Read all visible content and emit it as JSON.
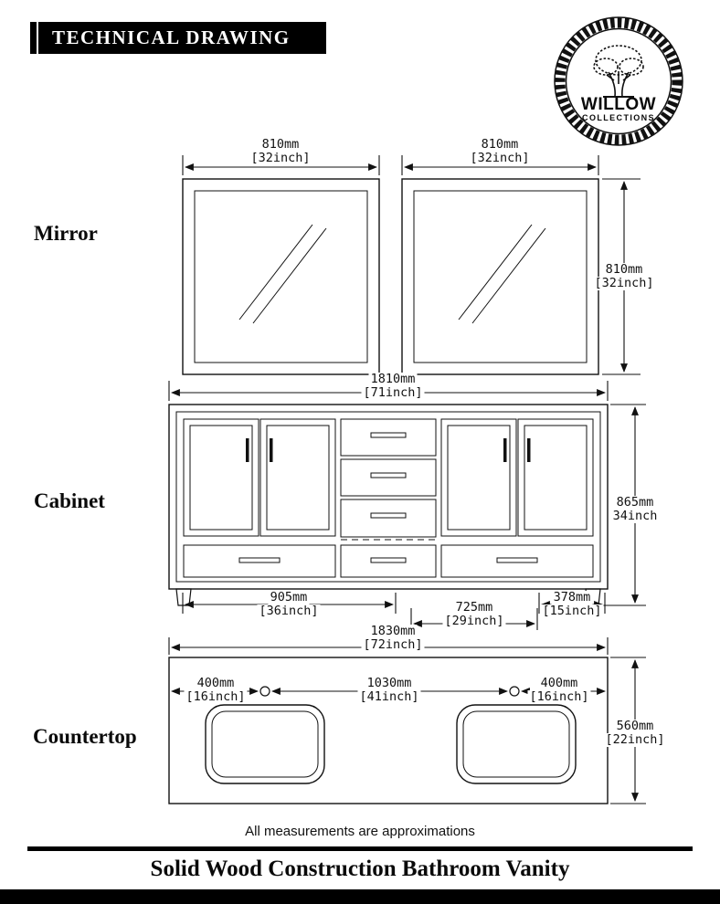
{
  "header": {
    "title": "TECHNICAL DRAWING"
  },
  "logo": {
    "name": "WILLOW",
    "subtitle": "COLLECTIONS"
  },
  "sections": {
    "mirror": {
      "label": "Mirror"
    },
    "cabinet": {
      "label": "Cabinet"
    },
    "countertop": {
      "label": "Countertop"
    }
  },
  "dimensions": {
    "mirror_left_width": {
      "mm": "810mm",
      "inch": "[32inch]"
    },
    "mirror_right_width": {
      "mm": "810mm",
      "inch": "[32inch]"
    },
    "mirror_height": {
      "mm": "810mm",
      "inch": "[32inch]"
    },
    "cabinet_width": {
      "mm": "1810mm",
      "inch": "[71inch]"
    },
    "cabinet_height": {
      "mm": "865mm",
      "inch": "34inch"
    },
    "cabinet_left_span": {
      "mm": "905mm",
      "inch": "[36inch]"
    },
    "cabinet_center_span": {
      "mm": "725mm",
      "inch": "[29inch]"
    },
    "cabinet_right_span": {
      "mm": "378mm",
      "inch": "[15inch]"
    },
    "countertop_width": {
      "mm": "1830mm",
      "inch": "[72inch]"
    },
    "countertop_height": {
      "mm": "560mm",
      "inch": "[22inch]"
    },
    "countertop_left_span": {
      "mm": "400mm",
      "inch": "[16inch]"
    },
    "countertop_center_span": {
      "mm": "1030mm",
      "inch": "[41inch]"
    },
    "countertop_right_span": {
      "mm": "400mm",
      "inch": "[16inch]"
    }
  },
  "footer": {
    "note": "All measurements are approximations",
    "title": "Solid Wood Construction Bathroom Vanity"
  }
}
